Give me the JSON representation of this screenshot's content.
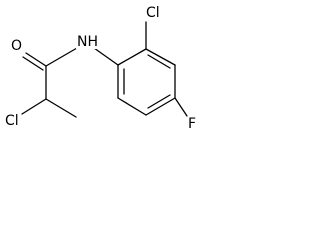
{
  "molecule": {
    "atoms": {
      "oxygen": "O",
      "amide_nitrogen": "NH",
      "ring_chlorine": "Cl",
      "alpha_chlorine": "Cl",
      "fluorine": "F"
    },
    "colors": {
      "bond": "#000000",
      "label": "#000000",
      "background": "#ffffff"
    }
  }
}
